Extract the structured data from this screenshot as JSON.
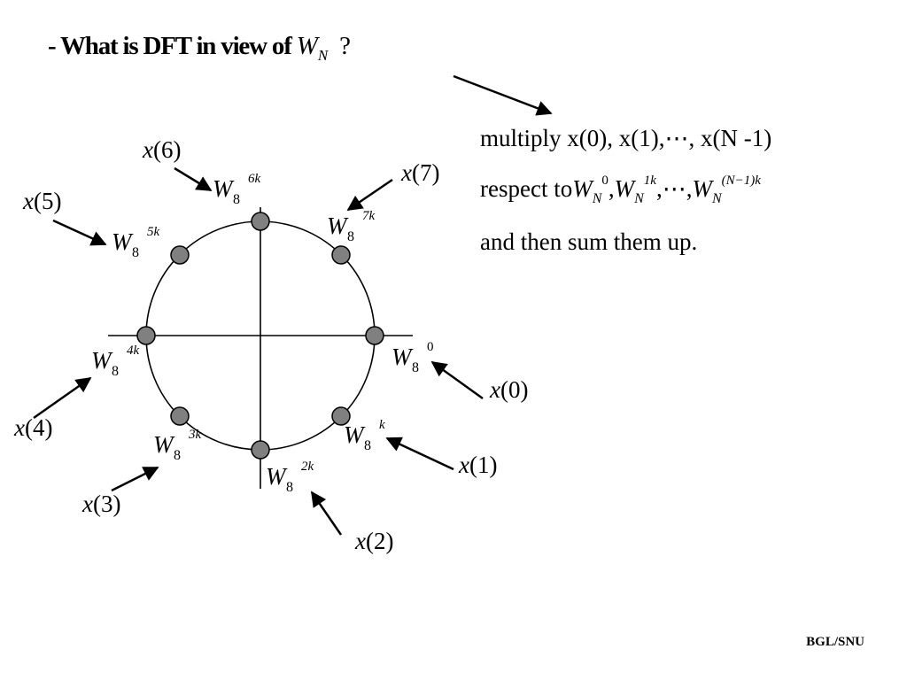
{
  "title": {
    "prefix": "- What  is DFT in view of",
    "var": "W",
    "sub": "N",
    "suffix": "?"
  },
  "explanation": {
    "line1": "multiply x(0), x(1),⋯, x(N -1)",
    "line2": {
      "prefix": "respect  to",
      "terms": [
        {
          "base": "W",
          "sub": "N",
          "exp": "0",
          "after": ","
        },
        {
          "base": "W",
          "sub": "N",
          "exp": "1k",
          "after": ",⋯,"
        },
        {
          "base": "W",
          "sub": "N",
          "exp": "(N−1)k",
          "after": ""
        }
      ]
    },
    "line3": "and then sum them up."
  },
  "twiddles": [
    {
      "base": "W",
      "sub": "8",
      "exp": "0"
    },
    {
      "base": "W",
      "sub": "8",
      "exp": "k"
    },
    {
      "base": "W",
      "sub": "8",
      "exp": "2k"
    },
    {
      "base": "W",
      "sub": "8",
      "exp": "3k"
    },
    {
      "base": "W",
      "sub": "8",
      "exp": "4k"
    },
    {
      "base": "W",
      "sub": "8",
      "exp": "5k"
    },
    {
      "base": "W",
      "sub": "8",
      "exp": "6k"
    },
    {
      "base": "W",
      "sub": "8",
      "exp": "7k"
    }
  ],
  "samples": [
    {
      "var": "x",
      "arg": "(0)"
    },
    {
      "var": "x",
      "arg": "(1)"
    },
    {
      "var": "x",
      "arg": "(2)"
    },
    {
      "var": "x",
      "arg": "(3)"
    },
    {
      "var": "x",
      "arg": "(4)"
    },
    {
      "var": "x",
      "arg": "(5)"
    },
    {
      "var": "x",
      "arg": "(6)"
    },
    {
      "var": "x",
      "arg": "(7)"
    }
  ],
  "footer": "BGL/SNU",
  "colors": {
    "stroke": "#000000",
    "dot_fill": "#808080",
    "background": "#ffffff"
  }
}
